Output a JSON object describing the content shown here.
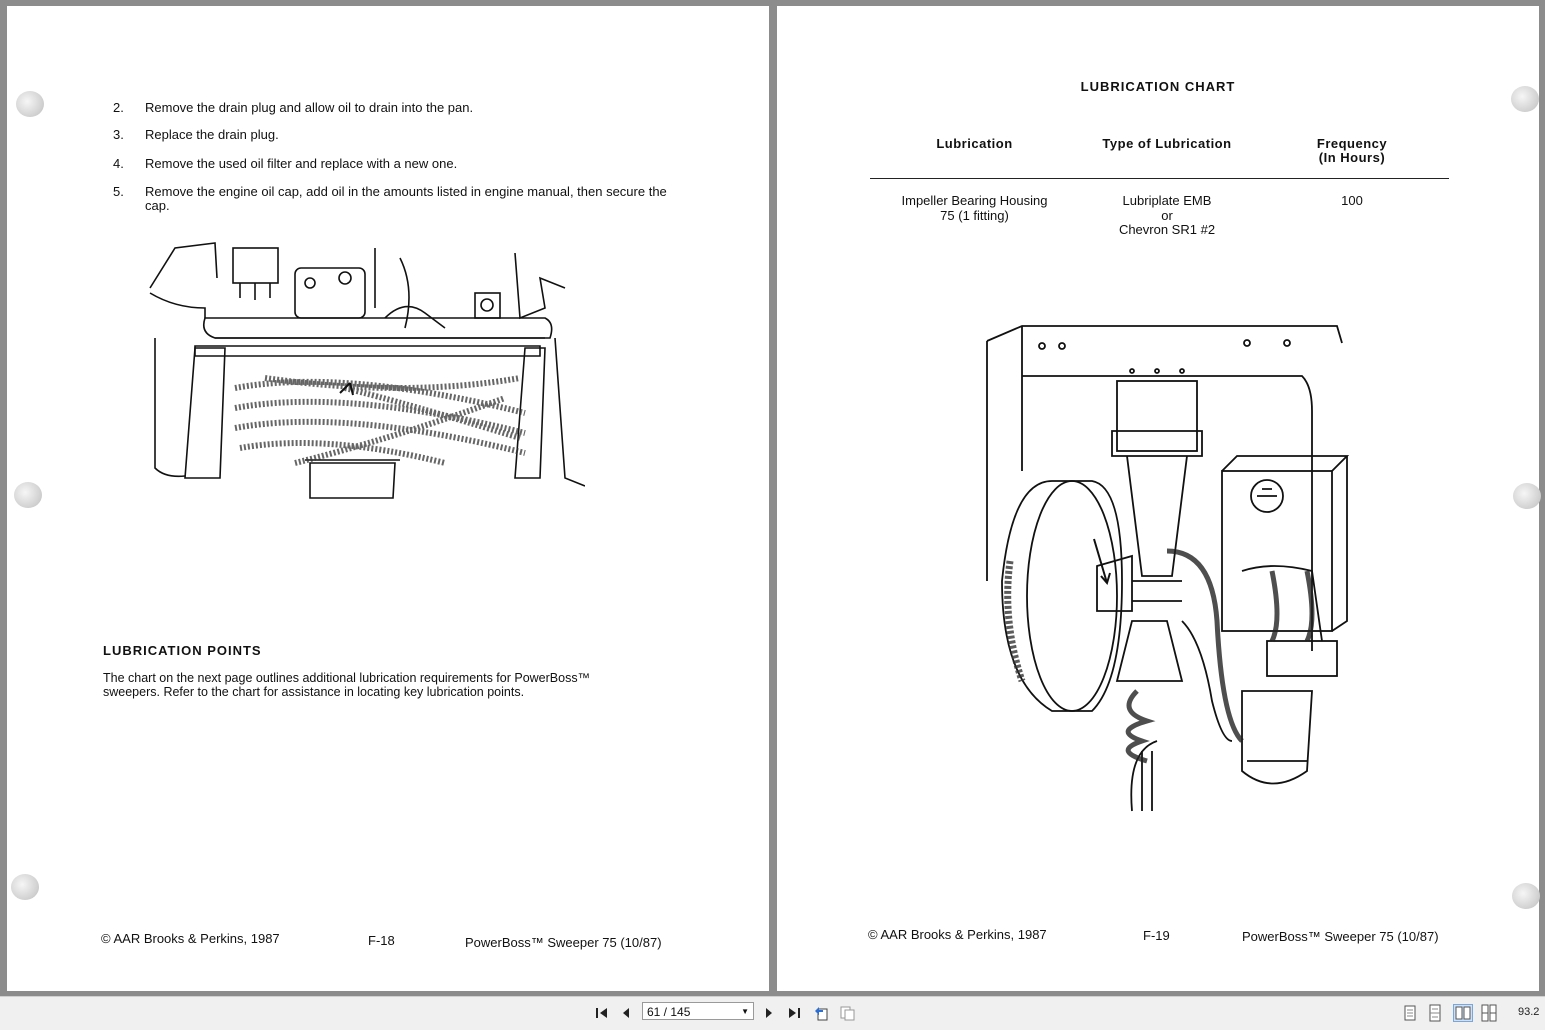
{
  "left_page": {
    "steps": [
      {
        "num": "2.",
        "text": "Remove the drain plug and allow oil to drain into the pan."
      },
      {
        "num": "3.",
        "text": "Replace the drain plug."
      },
      {
        "num": "4.",
        "text": "Remove the used oil filter and replace with a new one."
      },
      {
        "num": "5.",
        "text": "Remove the engine oil cap, add oil in the amounts listed in engine manual, then secure the cap."
      }
    ],
    "section_heading": "LUBRICATION POINTS",
    "paragraph": "The chart on the next page outlines additional lubrication requirements for PowerBoss™ sweepers. Refer to the chart for assistance in locating key lubrication points.",
    "footer": {
      "copyright": "© AAR Brooks & Perkins, 1987",
      "page": "F-18",
      "title": "PowerBoss™ Sweeper 75 (10/87)"
    }
  },
  "right_page": {
    "chart_title": "LUBRICATION CHART",
    "columns": [
      "Lubrication",
      "Type of Lubrication",
      "Frequency (In Hours)"
    ],
    "column_lines": {
      "freq_1": "Frequency",
      "freq_2": "(In Hours)"
    },
    "rows": [
      {
        "lubrication_1": "Impeller Bearing Housing",
        "lubrication_2": "75 (1 fitting)",
        "type_1": "Lubriplate EMB",
        "type_2": "or",
        "type_3": "Chevron SR1 #2",
        "frequency": "100"
      }
    ],
    "footer": {
      "copyright": "© AAR Brooks & Perkins, 1987",
      "page": "F-19",
      "title": "PowerBoss™ Sweeper 75 (10/87)"
    }
  },
  "toolbar": {
    "page_indicator": "61 / 145",
    "zoom": "93.2"
  }
}
